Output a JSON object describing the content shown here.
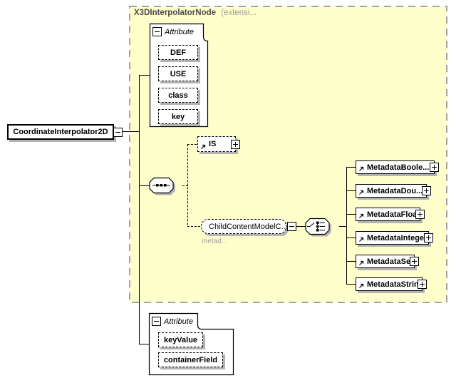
{
  "header": {
    "title": "X3DInterpolatorNode",
    "suffix": "(extensi..."
  },
  "root_element": {
    "label": "CoordinateInterpolator2D"
  },
  "attribute_group_top": {
    "label": "Attribute",
    "items": [
      "DEF",
      "USE",
      "class",
      "key"
    ]
  },
  "is_element": {
    "label": "IS"
  },
  "child_content_model": {
    "label": "ChildContentModelC...",
    "annotation": "metad..."
  },
  "metadata_elements": [
    "MetadataBoole...",
    "MetadataDou...",
    "MetadataFloat",
    "MetadataInteger",
    "MetadataSet",
    "MetadataString"
  ],
  "attribute_group_bottom": {
    "label": "Attribute",
    "items": [
      "keyValue",
      "containerField"
    ]
  },
  "colors": {
    "container_fill": "#FFFFCC",
    "container_border": "#A3A3A3",
    "box_shadow": "#B3B3B3",
    "header_title": "#4D4D4D",
    "muted_text": "#9C9C9C"
  }
}
